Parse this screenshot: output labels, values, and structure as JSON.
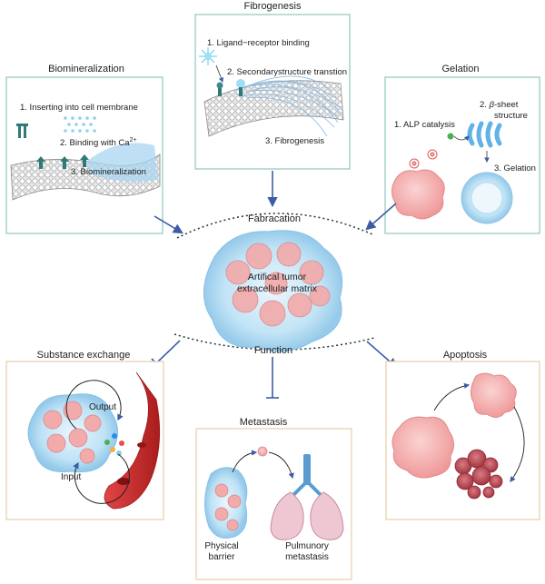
{
  "panels": {
    "fibrogenesis": {
      "title": "Fibrogenesis",
      "steps": [
        "1. Ligand−receptor binding",
        "2. Secondarystructure transtion",
        "3. Fibrogenesis"
      ]
    },
    "biomineralization": {
      "title": "Biomineralization",
      "steps": [
        "1. Inserting into cell membrane",
        "2. Binding with Ca",
        "3. Biomineralization"
      ],
      "ca_superscript": "2+"
    },
    "gelation": {
      "title": "Gelation",
      "step1": "1. ALP catalysis",
      "step2_num": "2. ",
      "step2_beta": "β",
      "step2_rest": "-sheet",
      "step2_line2": "structure",
      "step3": "3. Gelation"
    },
    "center": {
      "fabrication": "Fabracation",
      "matrix_line1": "Artifical tumor",
      "matrix_line2": "extracellular matrix",
      "function": "Function"
    },
    "substance_exchange": {
      "title": "Substance exchange",
      "output": "Output",
      "input": "Input"
    },
    "metastasis": {
      "title": "Metastasis",
      "barrier_line1": "Physical",
      "barrier_line2": "barrier",
      "pulmonary_line1": "Pulmunory",
      "pulmonary_line2": "metastasis"
    },
    "apoptosis": {
      "title": "Apoptosis"
    }
  },
  "colors": {
    "top_border": "#8fc7bd",
    "bottom_border": "#e6cfa6",
    "arrow": "#3c5da6",
    "cell_pink": "#f2a6a6",
    "matrix_blue": "#a9d6f0",
    "vessel_red": "#c92b2b"
  }
}
